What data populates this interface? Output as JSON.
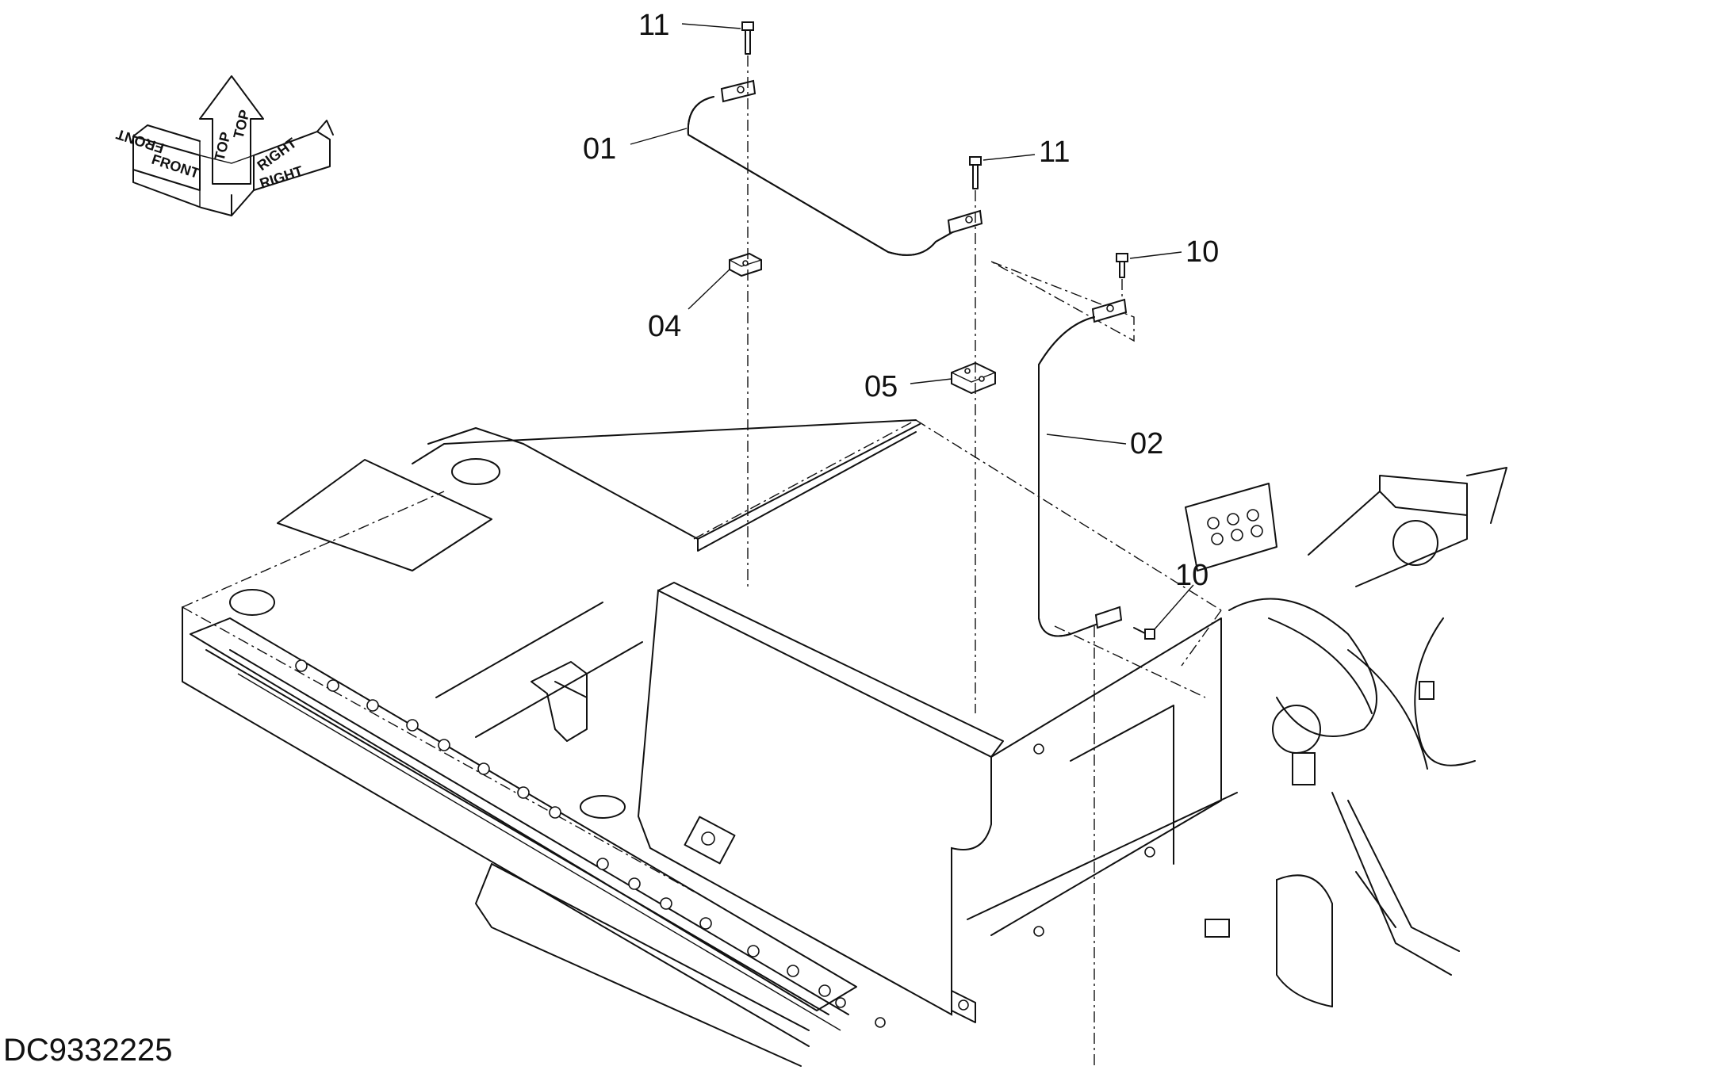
{
  "diagram_code": "DC9332225",
  "orientation": {
    "front": "FRONT",
    "top": "TOP",
    "right": "RIGHT"
  },
  "callouts": [
    {
      "id": "c11a",
      "label": "11"
    },
    {
      "id": "c01",
      "label": "01"
    },
    {
      "id": "c11b",
      "label": "11"
    },
    {
      "id": "c10a",
      "label": "10"
    },
    {
      "id": "c04",
      "label": "04"
    },
    {
      "id": "c05",
      "label": "05"
    },
    {
      "id": "c02",
      "label": "02"
    },
    {
      "id": "c10b",
      "label": "10"
    }
  ]
}
